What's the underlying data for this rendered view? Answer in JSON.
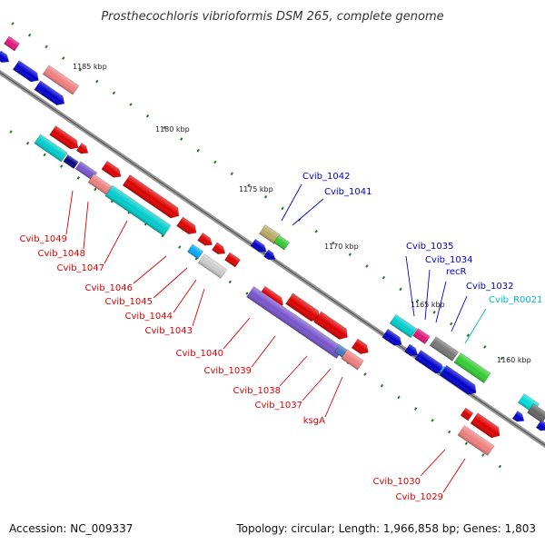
{
  "title": "Prosthecochloris vibrioformis DSM 265, complete genome",
  "footer": {
    "accession": "Accession: NC_009337",
    "summary": "Topology: circular; Length: 1,966,858 bp; Genes: 1,803"
  },
  "scale_labels": [
    "1185 kbp",
    "1180 kbp",
    "1175 kbp",
    "1170 kbp",
    "1165 kbp",
    "1160 kbp"
  ],
  "colors": {
    "red": "#dd0000",
    "blue": "#0000cc",
    "cyan": "#00bbcc",
    "backbone": "#777777",
    "tick": "#227722"
  },
  "genes": [
    {
      "label": "Cvib_1049",
      "color": "#dd0000"
    },
    {
      "label": "Cvib_1048",
      "color": "#dd0000"
    },
    {
      "label": "Cvib_1047",
      "color": "#dd0000"
    },
    {
      "label": "Cvib_1046",
      "color": "#dd0000"
    },
    {
      "label": "Cvib_1045",
      "color": "#dd0000"
    },
    {
      "label": "Cvib_1044",
      "color": "#dd0000"
    },
    {
      "label": "Cvib_1043",
      "color": "#dd0000"
    },
    {
      "label": "Cvib_1042",
      "color": "#0000cc"
    },
    {
      "label": "Cvib_1041",
      "color": "#0000cc"
    },
    {
      "label": "Cvib_1040",
      "color": "#dd0000"
    },
    {
      "label": "Cvib_1039",
      "color": "#dd0000"
    },
    {
      "label": "Cvib_1038",
      "color": "#dd0000"
    },
    {
      "label": "Cvib_1037",
      "color": "#dd0000"
    },
    {
      "label": "ksgA",
      "color": "#dd0000"
    },
    {
      "label": "Cvib_1035",
      "color": "#0000cc"
    },
    {
      "label": "Cvib_1034",
      "color": "#0000cc"
    },
    {
      "label": "recR",
      "color": "#0000cc"
    },
    {
      "label": "Cvib_1032",
      "color": "#0000cc"
    },
    {
      "label": "Cvib_R0021",
      "color": "#00bbcc"
    },
    {
      "label": "Cvib_1030",
      "color": "#dd0000"
    },
    {
      "label": "Cvib_1029",
      "color": "#dd0000"
    }
  ]
}
